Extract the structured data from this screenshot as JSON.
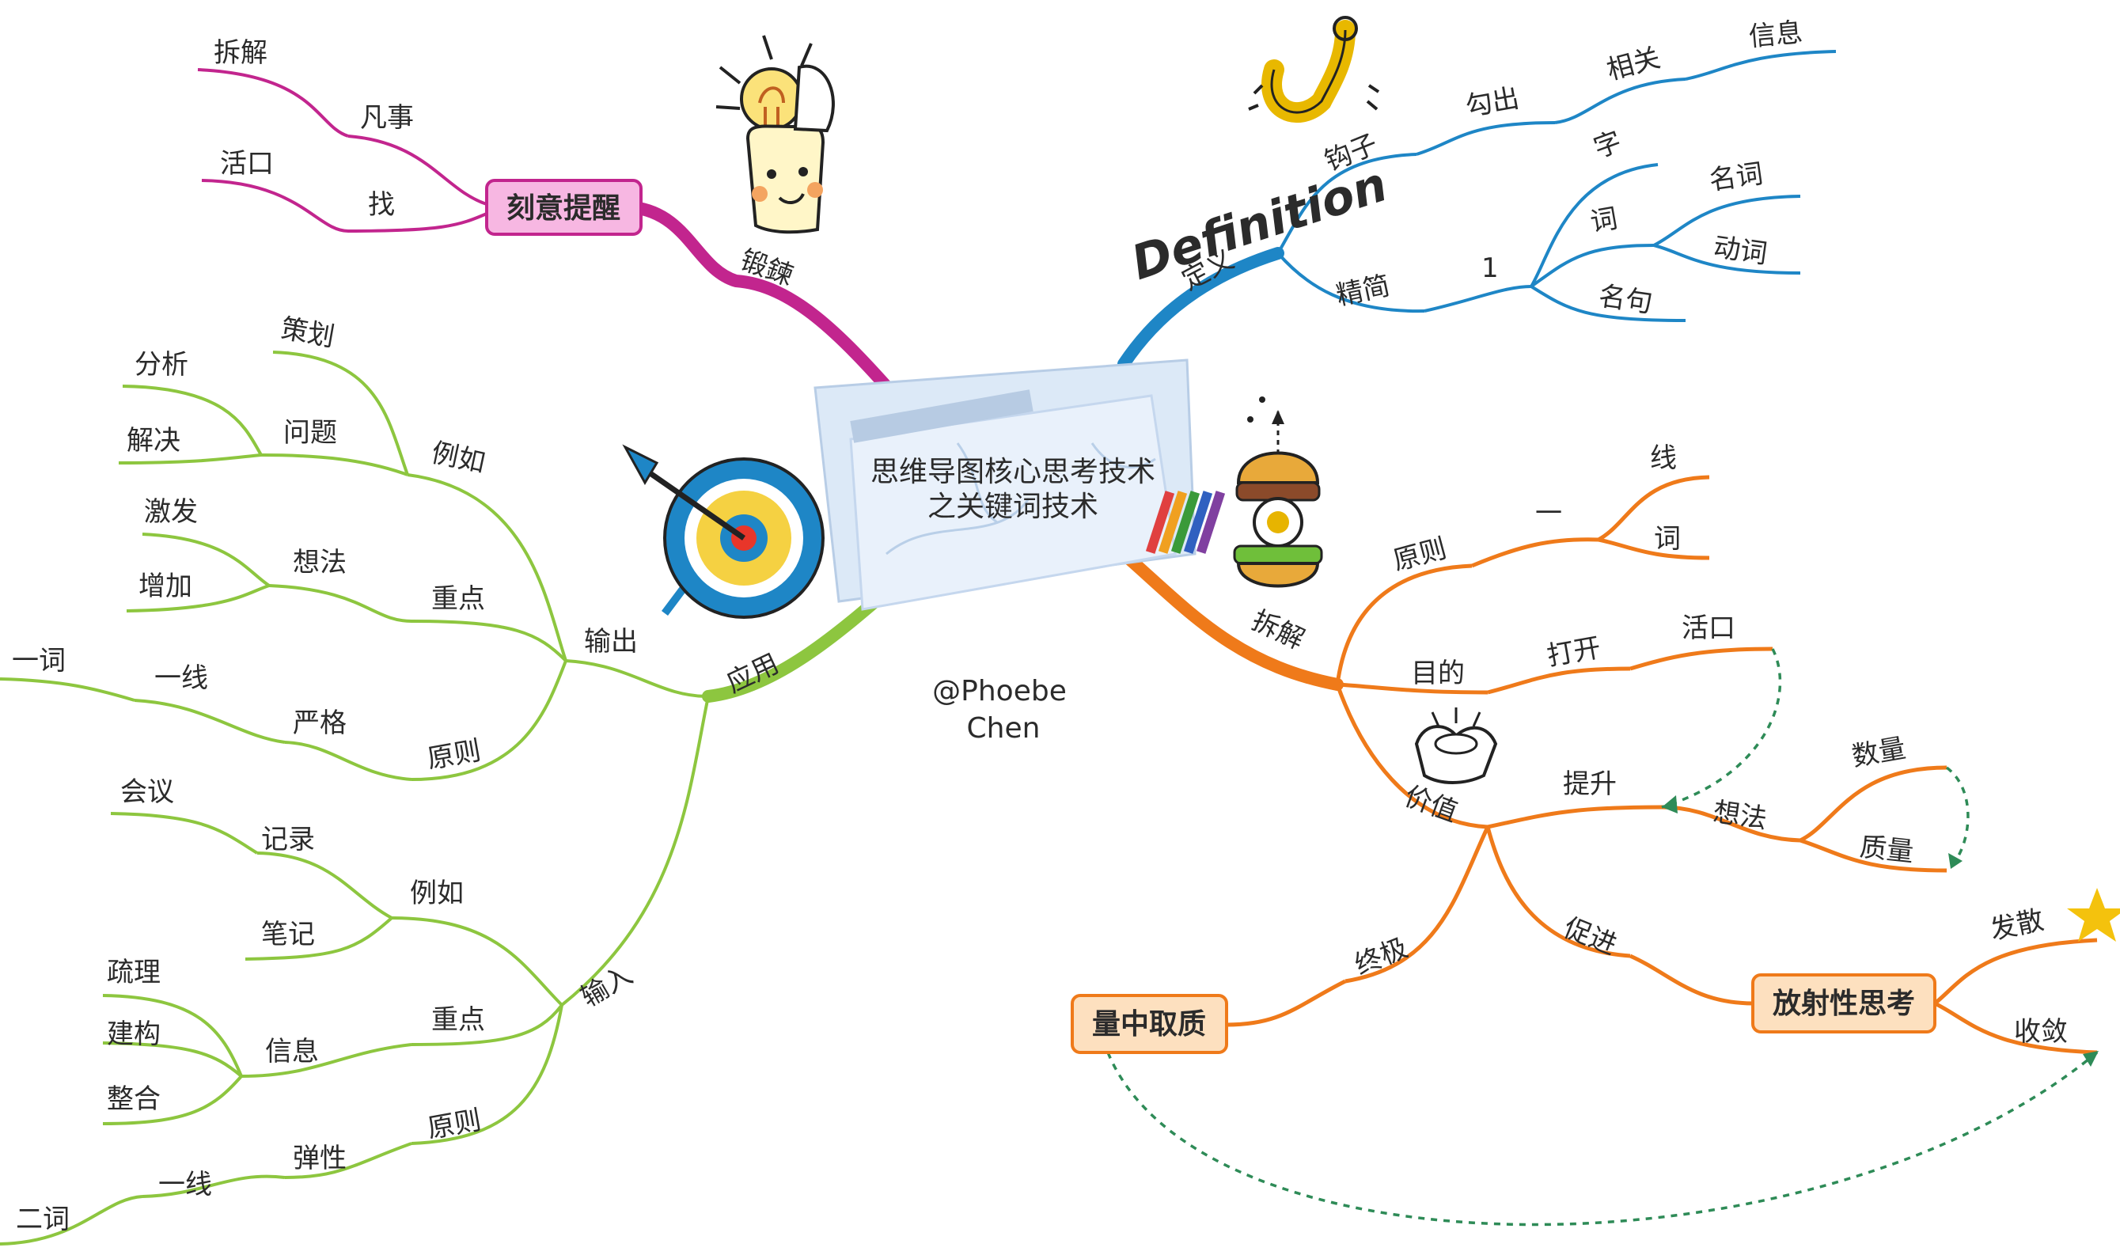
{
  "center": {
    "line1": "思维导图核心思考技术",
    "line2": "之关键词技术"
  },
  "credit": {
    "line1": "@Phoebe",
    "line2": "Chen"
  },
  "colors": {
    "magenta": "#c2258e",
    "blue": "#1e86c6",
    "green": "#8dc63f",
    "orange": "#ef7a1a",
    "dashed": "#2e8b57",
    "pink_box_fill": "#f7b7e2",
    "orange_box_fill": "#fde0bf",
    "star": "#f4c20d"
  },
  "icons": {
    "lightbulb": "lightbulb-head-icon",
    "hook": "hook-icon",
    "target": "target-icon",
    "burger": "burger-icon",
    "ingot": "ingot-icon",
    "star": "star-icon",
    "crayons": "crayons-icon"
  },
  "labels": {
    "duanlian": "锻鍊",
    "keyi": "刻意提醒",
    "fanshi": "凡事",
    "chaijie_a": "拆解",
    "zhao": "找",
    "huokou_a": "活口",
    "dingyi": "定义",
    "definition_word": "Definition",
    "gouzi": "钩子",
    "gouchu": "勾出",
    "xiangguan": "相关",
    "xinxi_b": "信息",
    "jingjian": "精简",
    "one": "1",
    "zi": "字",
    "ci_b": "词",
    "mingci": "名词",
    "dongci": "动词",
    "mingju": "名句",
    "yingyong": "应用",
    "shuchu": "输出",
    "liru_a": "例如",
    "cehua": "策划",
    "wenti": "问题",
    "fenxi": "分析",
    "jiejue": "解决",
    "zhongdian_a": "重点",
    "xiangfa_a": "想法",
    "jifa": "激发",
    "zengjia": "增加",
    "yuanze_a": "原则",
    "yange": "严格",
    "yixian_a": "一线",
    "yici": "一词",
    "shuru": "输入",
    "liru_b": "例如",
    "jilu": "记录",
    "huiyi": "会议",
    "biji": "笔记",
    "zhongdian_b": "重点",
    "xinxi_c": "信息",
    "shuli": "疏理",
    "jiangou": "建构",
    "zhenghe": "整合",
    "yuanze_b": "原则",
    "tanxing": "弹性",
    "yixian_b": "一线",
    "erci": "二词",
    "chaijie_b": "拆解",
    "yuanze_c": "原则",
    "yi": "一",
    "xian": "线",
    "ci_c": "词",
    "mudi": "目的",
    "dakai": "打开",
    "huokou_b": "活口",
    "jiazhi": "价值",
    "tisheng": "提升",
    "xiangfa_b": "想法",
    "shuliang": "数量",
    "zhiliang": "质量",
    "zhongji": "终极",
    "liangzhong": "量中取质",
    "cujin": "促进",
    "fangshe": "放射性思考",
    "fasan": "发散",
    "shoulian": "收敛"
  }
}
